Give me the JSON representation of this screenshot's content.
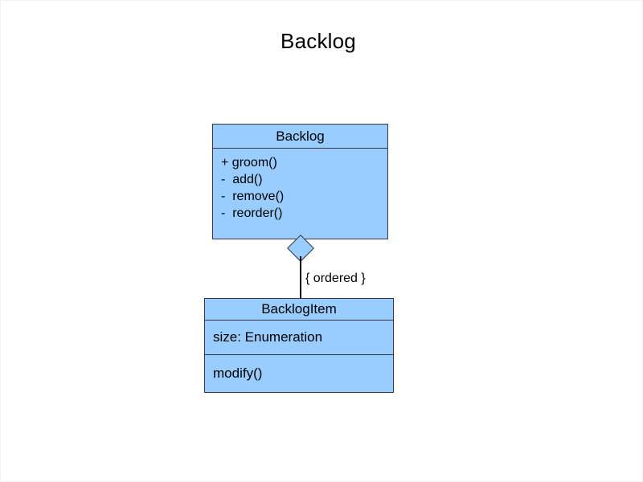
{
  "diagram": {
    "title": "Backlog",
    "type": "uml-class-diagram",
    "background_color": "#ffffff",
    "class_fill_color": "#99ccff",
    "class_border_color": "#363645",
    "line_color": "#000000"
  },
  "classes": [
    {
      "id": "backlog",
      "name": "Backlog",
      "attributes": [],
      "operations": [
        "+ groom()",
        "-  add()",
        "-  remove()",
        "-  reorder()"
      ]
    },
    {
      "id": "backlogitem",
      "name": "BacklogItem",
      "attributes": [
        "size: Enumeration"
      ],
      "operations": [
        "modify()"
      ]
    }
  ],
  "relationships": [
    {
      "id": "backlog-contains-backlogitem",
      "type": "composition",
      "source": "Backlog",
      "target": "BacklogItem",
      "source_adornment": "filled-diamond",
      "constraint_label": "{ ordered }"
    }
  ]
}
